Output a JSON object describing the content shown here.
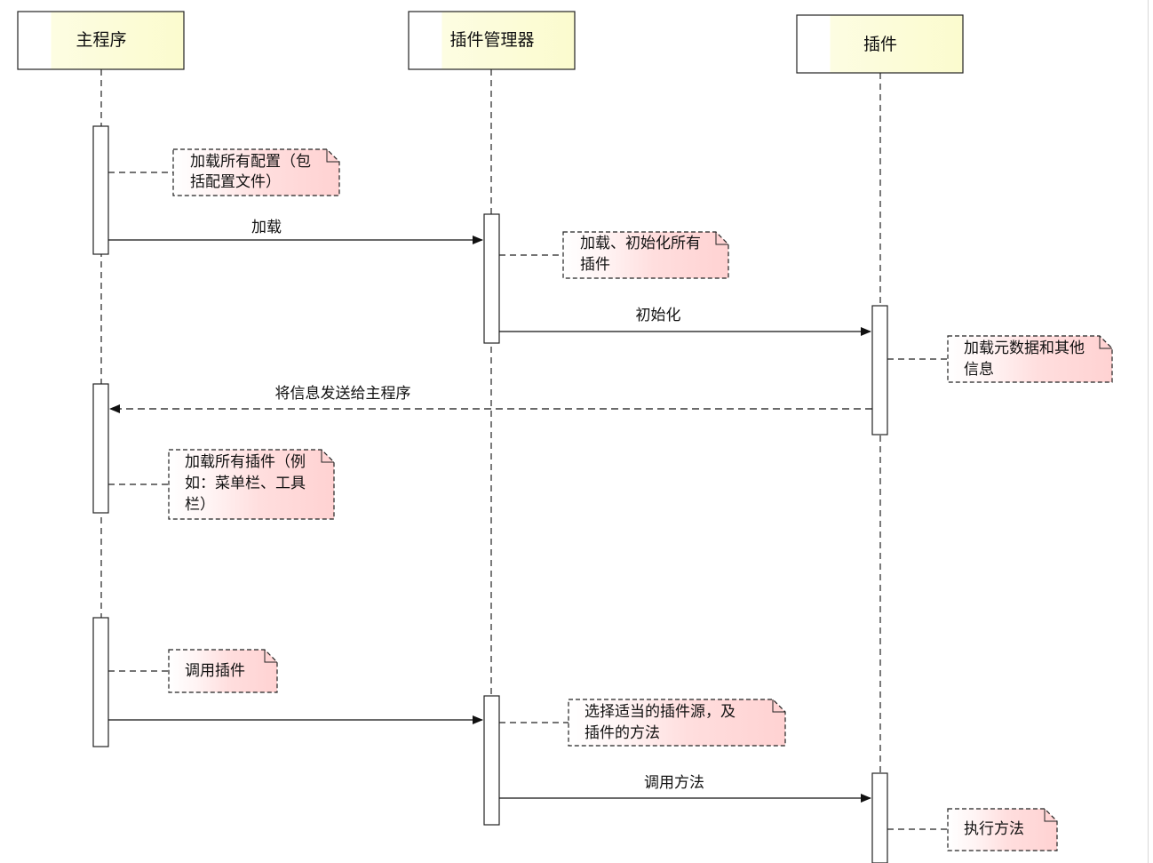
{
  "lifelines": [
    {
      "name": "主程序"
    },
    {
      "name": "插件管理器"
    },
    {
      "name": "插件"
    }
  ],
  "notes": [
    {
      "lines": [
        "加载所有配置（包",
        "括配置文件）"
      ]
    },
    {
      "lines": [
        "加载、初始化所有",
        "插件"
      ]
    },
    {
      "lines": [
        "加载元数据和其他",
        "信息"
      ]
    },
    {
      "lines": [
        "加载所有插件（例",
        "如：菜单栏、工具",
        "栏）"
      ]
    },
    {
      "lines": [
        "调用插件"
      ]
    },
    {
      "lines": [
        "选择适当的插件源，及",
        "插件的方法"
      ]
    },
    {
      "lines": [
        "执行方法"
      ]
    }
  ],
  "messages": [
    {
      "label": "加载"
    },
    {
      "label": "初始化"
    },
    {
      "label": "将信息发送给主程序"
    },
    {
      "label": ""
    },
    {
      "label": "调用方法"
    }
  ],
  "colors": {
    "header_fill": "#ffffe0",
    "header_fill_light": "#fffff4",
    "note_fill": "#ffd9d9",
    "line": "#111111"
  }
}
